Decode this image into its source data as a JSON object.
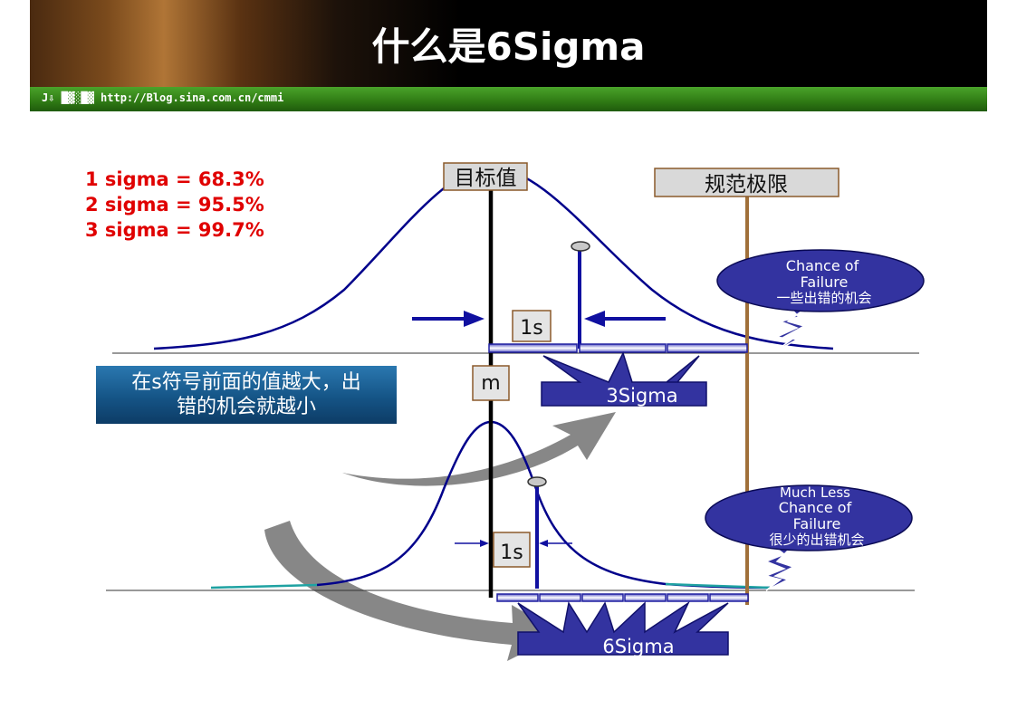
{
  "header": {
    "title": "什么是6Sigma",
    "band_text": "J⇩ █▓░█▓ http://Blog.sina.com.cn/cmmi"
  },
  "sigma_list": [
    "1 sigma = 68.3%",
    "2 sigma = 95.5%",
    "3 sigma = 99.7%"
  ],
  "labels": {
    "target": "目标值",
    "spec_limit": "规范极限",
    "one_s_top": "1s",
    "one_s_bottom": "1s",
    "m": "m",
    "three_sigma": "3Sigma",
    "six_sigma": "6Sigma"
  },
  "note": {
    "line1": "在s符号前面的值越大，出",
    "line2": "错的机会就越小"
  },
  "bubbles": {
    "top": {
      "line1": "Chance of",
      "line2": "Failure",
      "line3": "一些出错的机会"
    },
    "bottom": {
      "line1": "Much Less",
      "line2": "Chance of",
      "line3": "Failure",
      "line4": "很少的出错机会"
    }
  },
  "colors": {
    "curve": "#00008b",
    "accent_blue": "#3333a0",
    "sigma_red": "#e00000",
    "spec_line": "#a0703a",
    "arrow_gray": "#7a7a7a"
  }
}
